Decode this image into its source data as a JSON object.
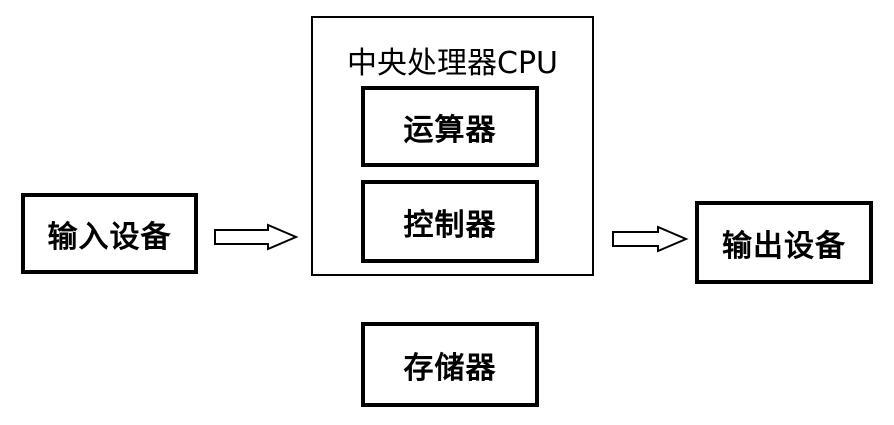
{
  "input_device": "输入设备",
  "cpu": {
    "title": "中央处理器CPU",
    "alu": "运算器",
    "control_unit": "控制器"
  },
  "output_device": "输出设备",
  "memory": "存储器",
  "colors": {
    "stroke": "#000000",
    "background": "#ffffff"
  }
}
